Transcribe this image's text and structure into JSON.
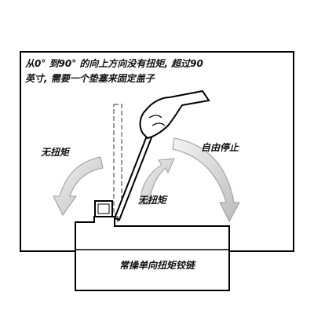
{
  "description_line1": "从0° 到90° 的向上方向没有扭矩, 超过90",
  "description_line2": "英寸, 需要一个垫塞来固定盖子",
  "label_left": "无扭矩",
  "label_right": "自由停止",
  "label_center": "无扭矩",
  "caption": "常操单向扭矩铰链"
}
